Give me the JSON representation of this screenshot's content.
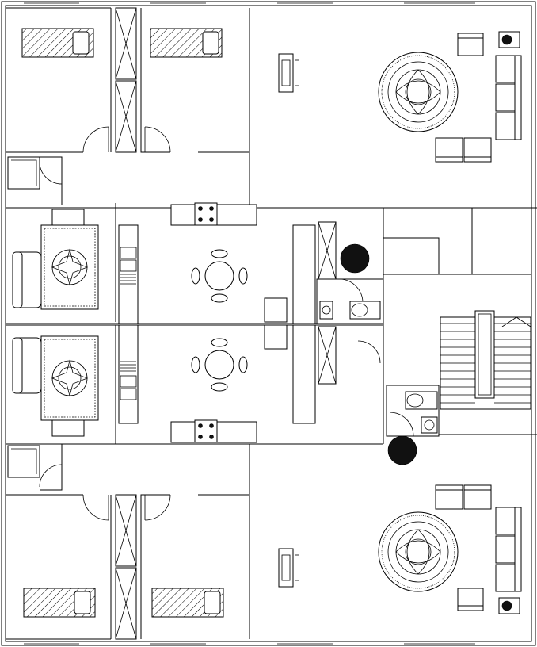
{
  "drawing": {
    "kind": "architectural floor plan",
    "colors": {
      "line": "#000000",
      "background": "#ffffff"
    },
    "units": [
      {
        "id": "upper",
        "rooms": [
          "bedroom-left",
          "bedroom-right",
          "living-room",
          "bathroom",
          "kitchen-dining",
          "lounge"
        ]
      },
      {
        "id": "lower",
        "rooms": [
          "bedroom-left",
          "bedroom-right",
          "living-room",
          "bathroom",
          "kitchen-dining",
          "lounge"
        ]
      }
    ],
    "shared": [
      "stairwell",
      "toilet-upper",
      "toilet-lower",
      "corridor"
    ],
    "furniture_icons": [
      "bed-icon",
      "sofa-icon",
      "armchair-icon",
      "round-rug-icon",
      "rectangular-rug-icon",
      "dining-table-icon",
      "stove-icon",
      "sink-icon",
      "tv-stand-icon",
      "potted-plant-icon",
      "wc-icon",
      "basin-icon",
      "shower-icon",
      "wardrobe-icon",
      "stair-icon"
    ]
  }
}
